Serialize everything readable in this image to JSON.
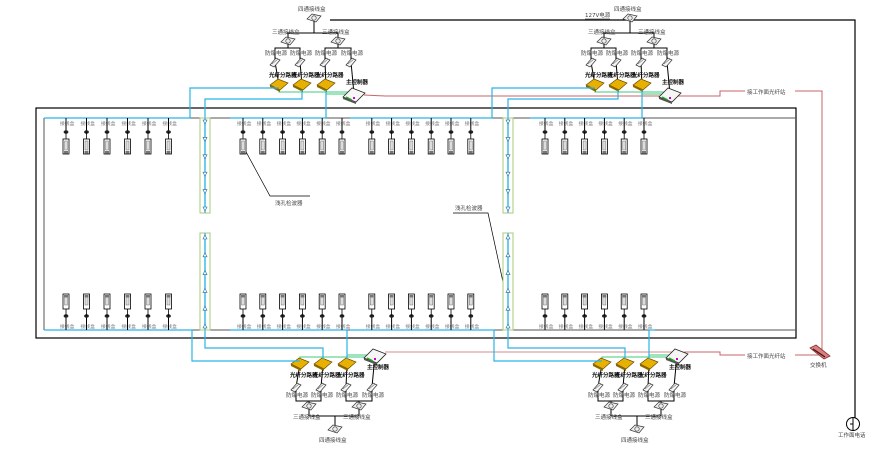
{
  "labels": {
    "four_way_box": "四通接线盒",
    "three_way_box": "三通接线盒",
    "explosion_proof_power": "防爆电源",
    "splitter": "光纤分路器",
    "main_controller": "主控制器",
    "sensor_box": "接线盒",
    "shallow_detector": "浅孔检波器",
    "power_127v": "127V电源",
    "fiber_to_face": "接工作面光纤站",
    "switch": "交换机",
    "face_phone": "工作面电话"
  },
  "colors": {
    "frame": "#000000",
    "fiber_cyan": "#2ab4e6",
    "signal_green": "#3cc878",
    "power_red": "#c86464",
    "detector_box": "#a8c878",
    "splitter_fill": "#e8b000",
    "text": "#444444"
  },
  "clusters": [
    {
      "id": "top-left",
      "side": "top"
    },
    {
      "id": "top-right",
      "side": "top"
    },
    {
      "id": "bottom-left",
      "side": "bottom"
    },
    {
      "id": "bottom-right",
      "side": "bottom"
    }
  ],
  "sensor_groups": {
    "top_row_counts": [
      6,
      12,
      6
    ],
    "bottom_row_counts": [
      6,
      12,
      6
    ]
  },
  "detector_strings": {
    "left_top_arrows": 6,
    "right_top_arrows": 6,
    "left_bottom_arrows": 6,
    "right_bottom_arrows": 6
  }
}
